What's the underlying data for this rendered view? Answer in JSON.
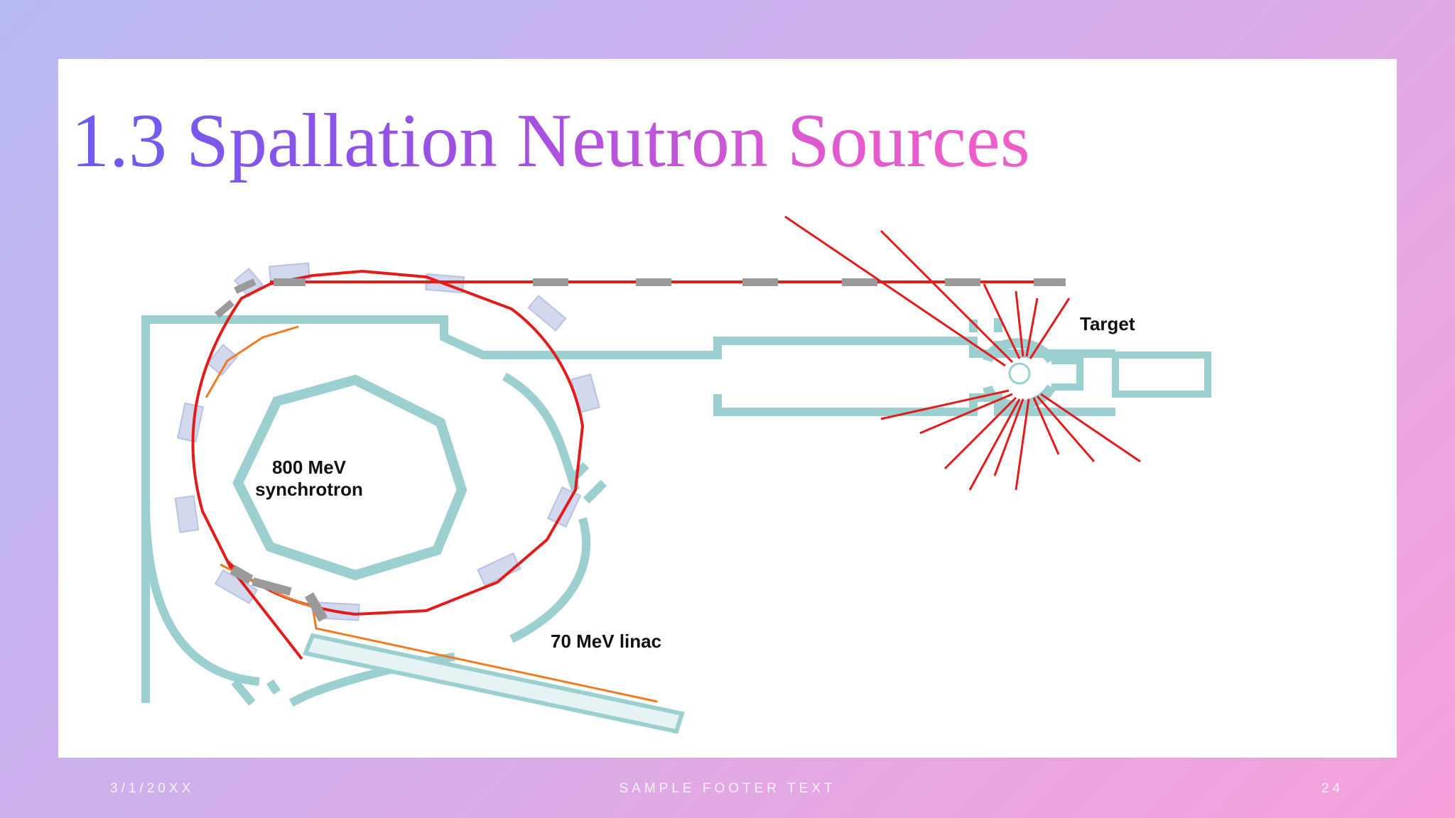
{
  "slide": {
    "title": "1.3 Spallation Neutron Sources",
    "footer": {
      "date": "3/1/20XX",
      "text": "SAMPLE FOOTER TEXT",
      "page": "24"
    }
  },
  "diagram": {
    "labels": {
      "synchrotron_line1": "800 MeV",
      "synchrotron_line2": "synchrotron",
      "linac": "70 MeV linac",
      "target": "Target"
    },
    "colors": {
      "shielding": "#9ccfcf",
      "magnets": "#d2d8ee",
      "beam": "#e21b1b",
      "injection_beam": "#ee7a22",
      "rays": "#e21b1b",
      "gray_elements": "#9a9a9a"
    }
  }
}
